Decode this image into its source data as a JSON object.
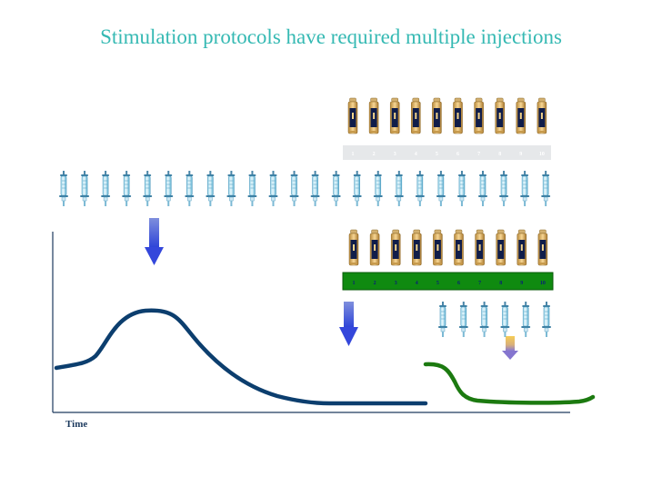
{
  "title": "Stimulation protocols have required multiple injections",
  "x_axis_label": "Time",
  "strip_top": {
    "days": [
      "1",
      "2",
      "3",
      "4",
      "5",
      "6",
      "7",
      "8",
      "9",
      "10"
    ],
    "fill": "#e6e8ea",
    "text_color": "#ffffff"
  },
  "strip_bottom": {
    "days": [
      "1",
      "2",
      "3",
      "4",
      "5",
      "6",
      "7",
      "8",
      "9",
      "10"
    ],
    "fill": "#0f8a10",
    "text_color": "#0a1d7a"
  },
  "syringe_rows": {
    "main_row_count": 24,
    "lower_row_count": 6
  },
  "vial_rows": {
    "top_row_count": 10,
    "middle_row_count": 10
  },
  "arrows": {
    "left_color": "#3f55d8",
    "middle_color": "#3f55d8",
    "right_color": "#8a7ad0",
    "right_top_color": "#f2c040"
  },
  "curves": {
    "blue": "#0c3e6e",
    "green": "#1c7a10"
  }
}
